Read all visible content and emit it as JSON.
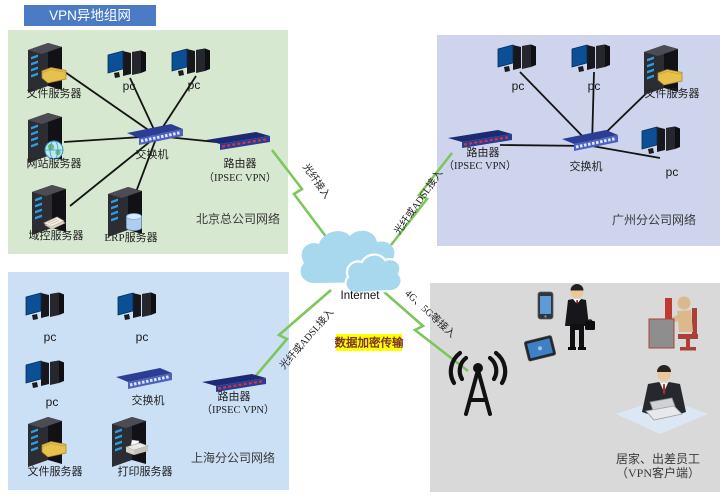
{
  "title": "VPN异地组网",
  "internet_label": "Internet",
  "pc_label": "pc",
  "links": {
    "fiber_access": "光纤接入",
    "fiber_or_adsl_right": "光纤或ADSL接入",
    "fiber_or_adsl_left": "光纤或ADSL接入",
    "mobile_access": "4G、5G等接入",
    "encrypted_transfer": "数据加密传输"
  },
  "beijing": {
    "network_name": "北京总公司网络",
    "file_server": "文件服务器",
    "web_server": "网站服务器",
    "domain_server": "域控服务器",
    "erp_server": "ERP服务器",
    "switch": "交换机",
    "router": "路由器",
    "router_sub": "（IPSEC VPN）"
  },
  "guangzhou": {
    "network_name": "广州分公司网络",
    "file_server": "文件服务器",
    "switch": "交换机",
    "router": "路由器",
    "router_sub": "（IPSEC VPN）"
  },
  "shanghai": {
    "network_name": "上海分公司网络",
    "file_server": "文件服务器",
    "print_server": "打印服务器",
    "switch": "交换机",
    "router": "路由器",
    "router_sub": "（IPSEC VPN）"
  },
  "home": {
    "label_line1": "居家、出差员工",
    "label_line2": "（VPN客户端）"
  },
  "colors": {
    "title_bg": "#4a7bc4",
    "beijing_bg": "#d6e8d0",
    "guangzhou_bg": "#cdd4ec",
    "shanghai_bg": "#cbe0f5",
    "home_bg": "#d9d9d9",
    "link_green": "#7dc65b",
    "cloud_fill": "#a8d8ee",
    "highlight_yellow": "#ffff00"
  }
}
